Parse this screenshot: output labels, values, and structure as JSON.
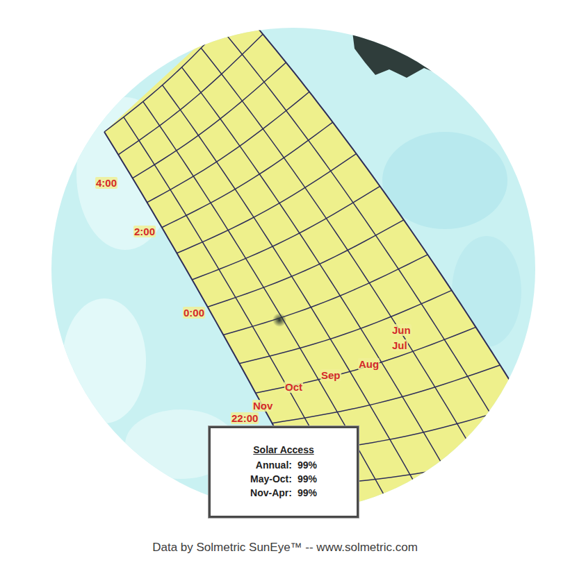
{
  "diagram": {
    "caption": "Data by Solmetric SunEye™ -- www.solmetric.com",
    "nodes": [
      {
        "text": [
          "Solar Access",
          "Annual:",
          "99%",
          "May-Oct:",
          "99%",
          "Nov-Apr:",
          "99%"
        ]
      }
    ],
    "labels": [
      "4:00",
      "2:00",
      "0:00",
      "22:00",
      "Jun",
      "Jul",
      "Aug",
      "Sep",
      "Oct",
      "Nov"
    ]
  }
}
